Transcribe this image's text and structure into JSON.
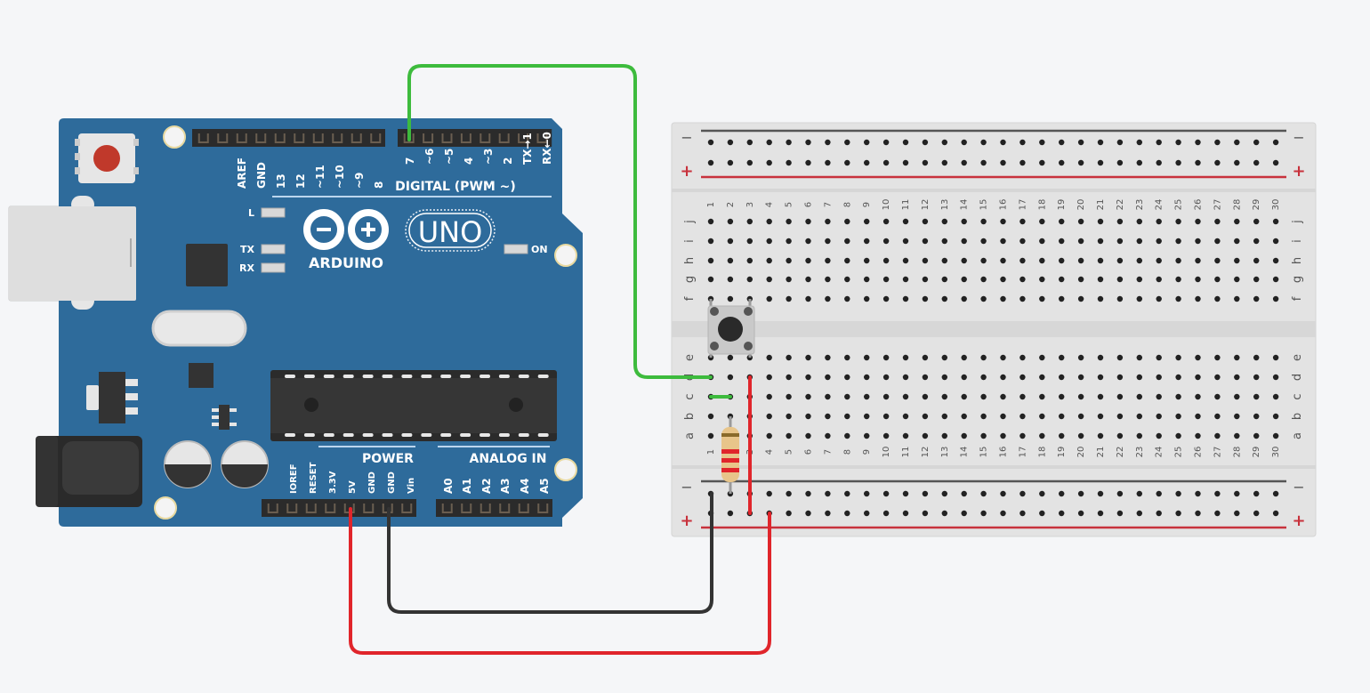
{
  "board": {
    "name": "ARDUINO",
    "model": "UNO",
    "digital_header_label": "DIGITAL (PWM ~)",
    "digital_pins": [
      "AREF",
      "GND",
      "13",
      "12",
      "~11",
      "~10",
      "~9",
      "8",
      "7",
      "~6",
      "~5",
      "4",
      "~3",
      "2",
      "TX→1",
      "RX←0"
    ],
    "power_header_label": "POWER",
    "power_pins": [
      "IOREF",
      "RESET",
      "3.3V",
      "5V",
      "GND",
      "GND",
      "Vin"
    ],
    "analog_header_label": "ANALOG IN",
    "analog_pins": [
      "A0",
      "A1",
      "A2",
      "A3",
      "A4",
      "A5"
    ],
    "led_labels": {
      "l": "L",
      "tx": "TX",
      "rx": "RX",
      "on": "ON"
    },
    "colors": {
      "pcb": "#2e6b9b",
      "header": "#2b2b2b",
      "reset": "#c0392b"
    }
  },
  "breadboard": {
    "columns": 30,
    "top_rows": [
      "j",
      "i",
      "h",
      "g",
      "f"
    ],
    "bottom_rows": [
      "e",
      "d",
      "c",
      "b",
      "a"
    ],
    "rail_minus": "−",
    "rail_plus": "+",
    "colors": {
      "body": "#e4e4e4",
      "rail_neg": "#555555",
      "rail_pos": "#c8323c"
    }
  },
  "components": {
    "pushbutton": "pushbutton",
    "resistor": "resistor"
  },
  "wires": [
    {
      "name": "green-wire-pin7",
      "color": "#3dbb3d"
    },
    {
      "name": "green-jumper",
      "color": "#3dbb3d"
    },
    {
      "name": "black-wire-gnd",
      "color": "#333333"
    },
    {
      "name": "red-wire-5v",
      "color": "#e0252b"
    },
    {
      "name": "red-jumper",
      "color": "#e0252b"
    }
  ]
}
